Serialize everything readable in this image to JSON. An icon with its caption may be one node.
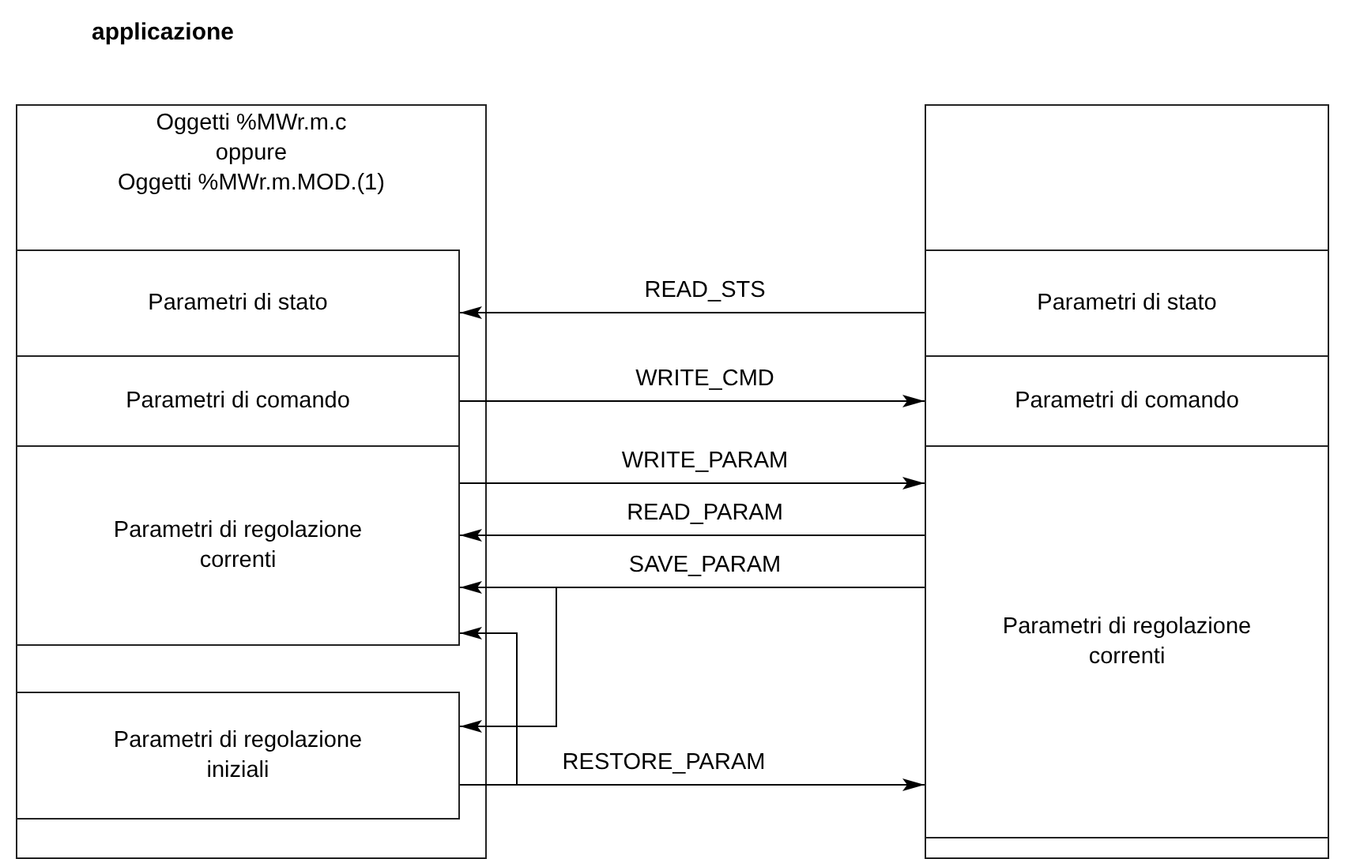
{
  "diagram": {
    "nodes": [
      {
        "text": [
          "Oggetti %MWr.m.c",
          "oppure",
          "Oggetti %MWr.m.MOD.(1)"
        ]
      },
      {
        "text": [
          "Parametri di stato"
        ],
        "in": 0
      },
      {
        "text": [
          "Parametri di comando"
        ],
        "in": 0
      },
      {
        "text": [
          "Parametri di regolazione correnti"
        ],
        "in": 0
      },
      {
        "text": [
          "Parametri di regolazione iniziali"
        ],
        "in": 0
      },
      {
        "text": [],
        "shape": "box"
      },
      {
        "text": [
          "Parametri di stato"
        ],
        "in": 5
      },
      {
        "text": [
          "Parametri di comando"
        ],
        "in": 5
      },
      {
        "text": [
          "Parametri di regolazione correnti"
        ],
        "in": 5
      }
    ],
    "edges": [
      {
        "from": 6,
        "to": 1,
        "arrow": "to",
        "label": "READ_STS"
      },
      {
        "from": 2,
        "to": 7,
        "arrow": "to",
        "label": "WRITE_CMD"
      },
      {
        "from": 3,
        "to": 8,
        "arrow": "to",
        "label": "WRITE_PARAM"
      },
      {
        "from": 8,
        "to": 3,
        "arrow": "to",
        "label": "READ_PARAM"
      },
      {
        "from": 8,
        "to": 3,
        "arrow": "to",
        "label": "SAVE_PARAM"
      },
      {
        "from": 8,
        "to": 4,
        "arrow": "to"
      },
      {
        "from": 4,
        "to": 8,
        "arrow": "to",
        "label": "RESTORE_PARAM"
      },
      {
        "from": 4,
        "to": 3,
        "arrow": "to"
      }
    ],
    "labels": [
      "applicazione"
    ]
  }
}
